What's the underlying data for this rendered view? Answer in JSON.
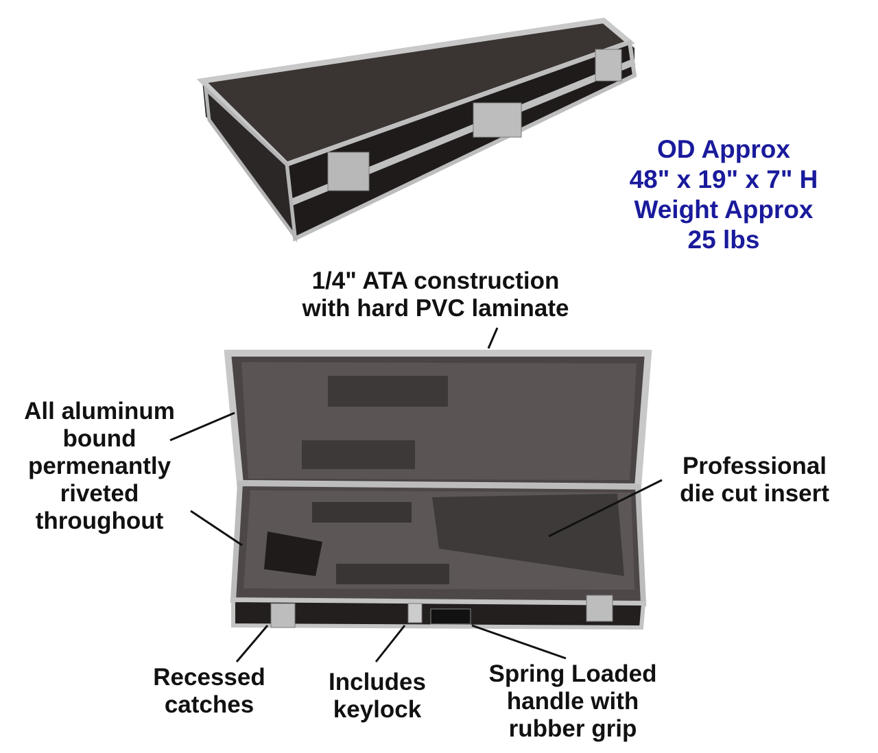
{
  "specs": {
    "lines": [
      "OD Approx",
      "48\" x 19\" x 7\" H",
      "Weight Approx",
      "25 lbs"
    ],
    "color": "#1a1a9c"
  },
  "callouts": {
    "construction": [
      "1/4\" ATA construction",
      "with hard PVC laminate"
    ],
    "aluminum": [
      "All aluminum",
      "bound",
      "permenantly",
      "riveted",
      "throughout"
    ],
    "insert": [
      "Professional",
      "die cut insert"
    ],
    "catches": [
      "Recessed",
      "catches"
    ],
    "keylock": [
      "Includes",
      "keylock"
    ],
    "handle": [
      "Spring Loaded",
      "handle with",
      "rubber grip"
    ]
  }
}
